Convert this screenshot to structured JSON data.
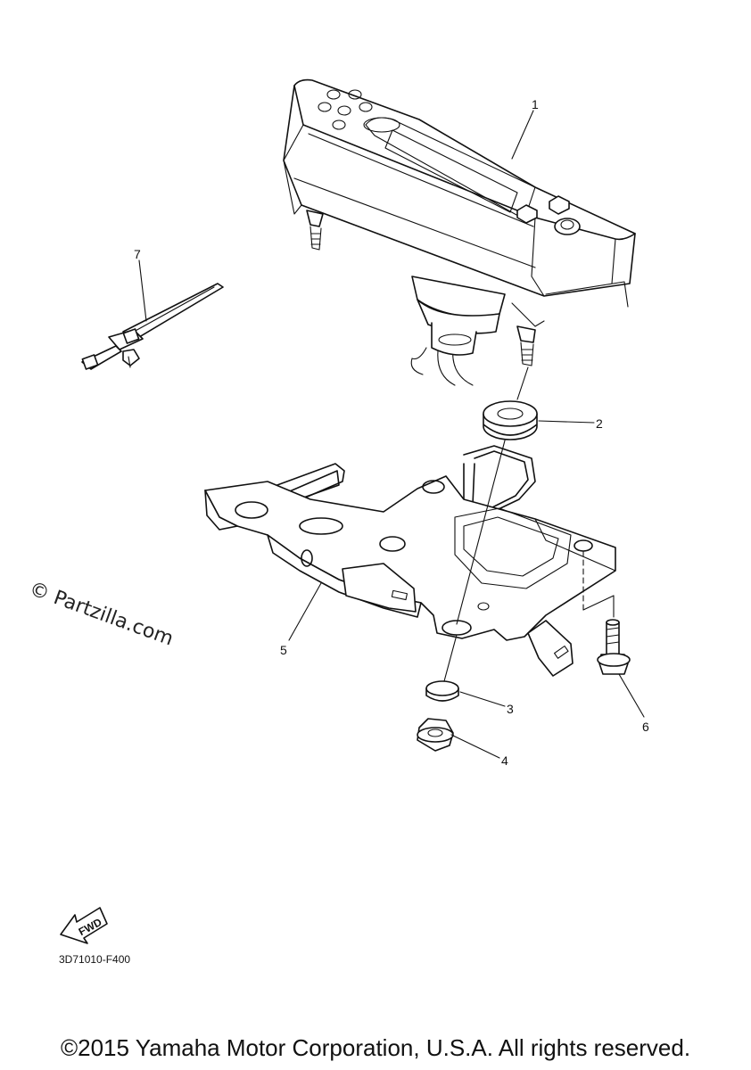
{
  "callouts": {
    "c1": "1",
    "c2": "2",
    "c3": "3",
    "c4": "4",
    "c5": "5",
    "c6": "6",
    "c7": "7"
  },
  "watermark": "© Partzilla.com",
  "fwd_label": "FWD",
  "diagram_code": "3D71010-F400",
  "copyright": "©2015 Yamaha Motor Corporation, U.S.A. All rights reserved."
}
